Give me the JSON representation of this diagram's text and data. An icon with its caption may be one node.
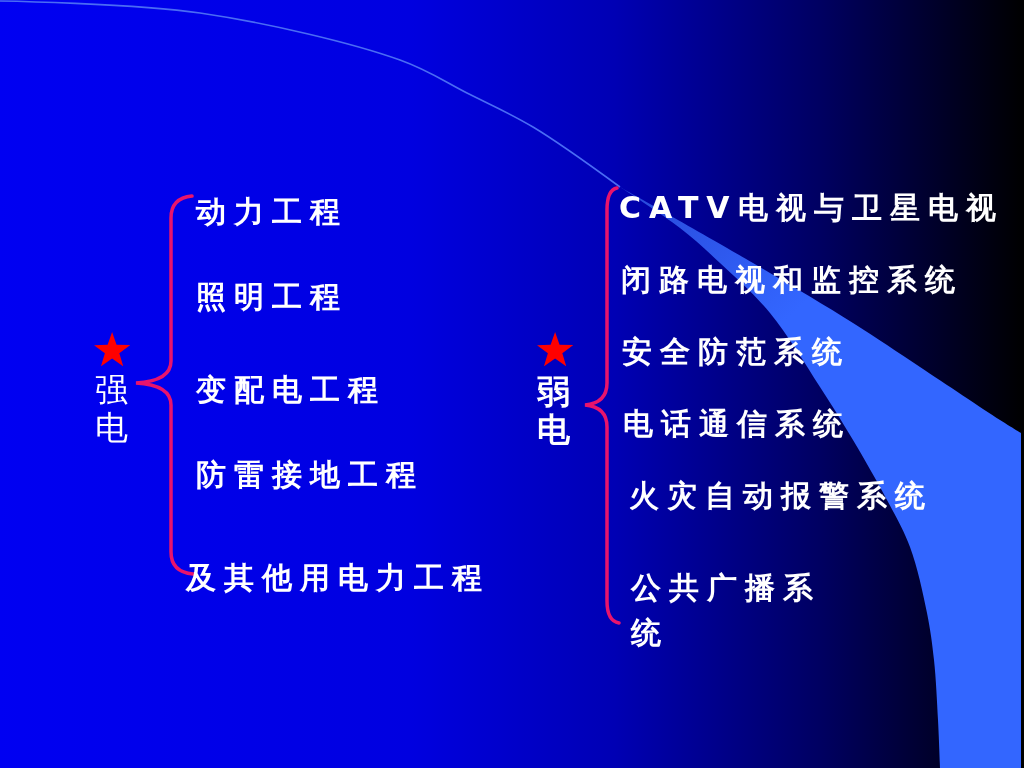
{
  "diagram": {
    "labels": [
      "强电",
      "动力工程",
      "照明工程",
      "变配电工程",
      "防雷接地工程",
      "及其他用电力工程",
      "弱电",
      "CATV电视与卫星电视",
      "闭路电视和监控系统",
      "安全防范系统",
      "电话通信系统",
      "火灾自动报警系统",
      "公共广播系统"
    ]
  }
}
